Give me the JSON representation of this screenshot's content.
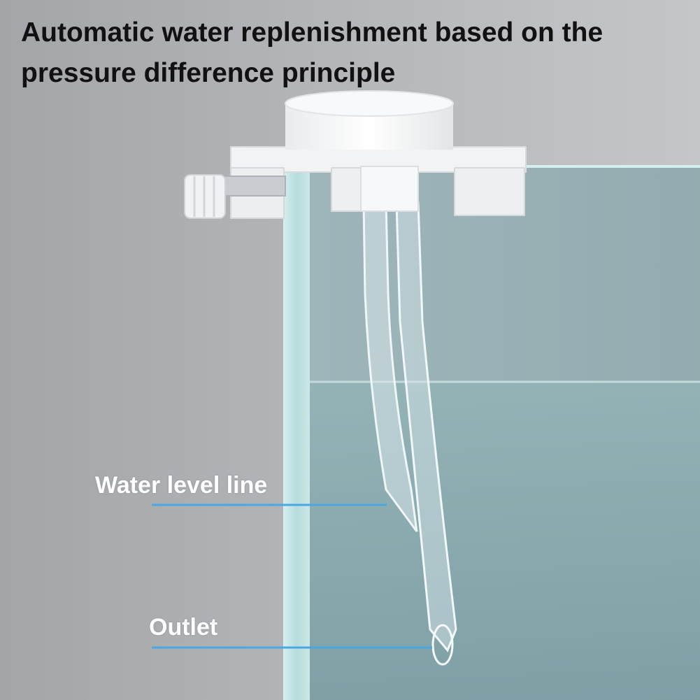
{
  "headline": "Automatic water replenishment based on the pressure difference principle",
  "callouts": {
    "water_level": "Water level line",
    "outlet": "Outlet"
  },
  "colors": {
    "callout_line": "#4aa8e0",
    "background_gray": "#b3b5b9",
    "water_tint": "#8eb2b6"
  }
}
